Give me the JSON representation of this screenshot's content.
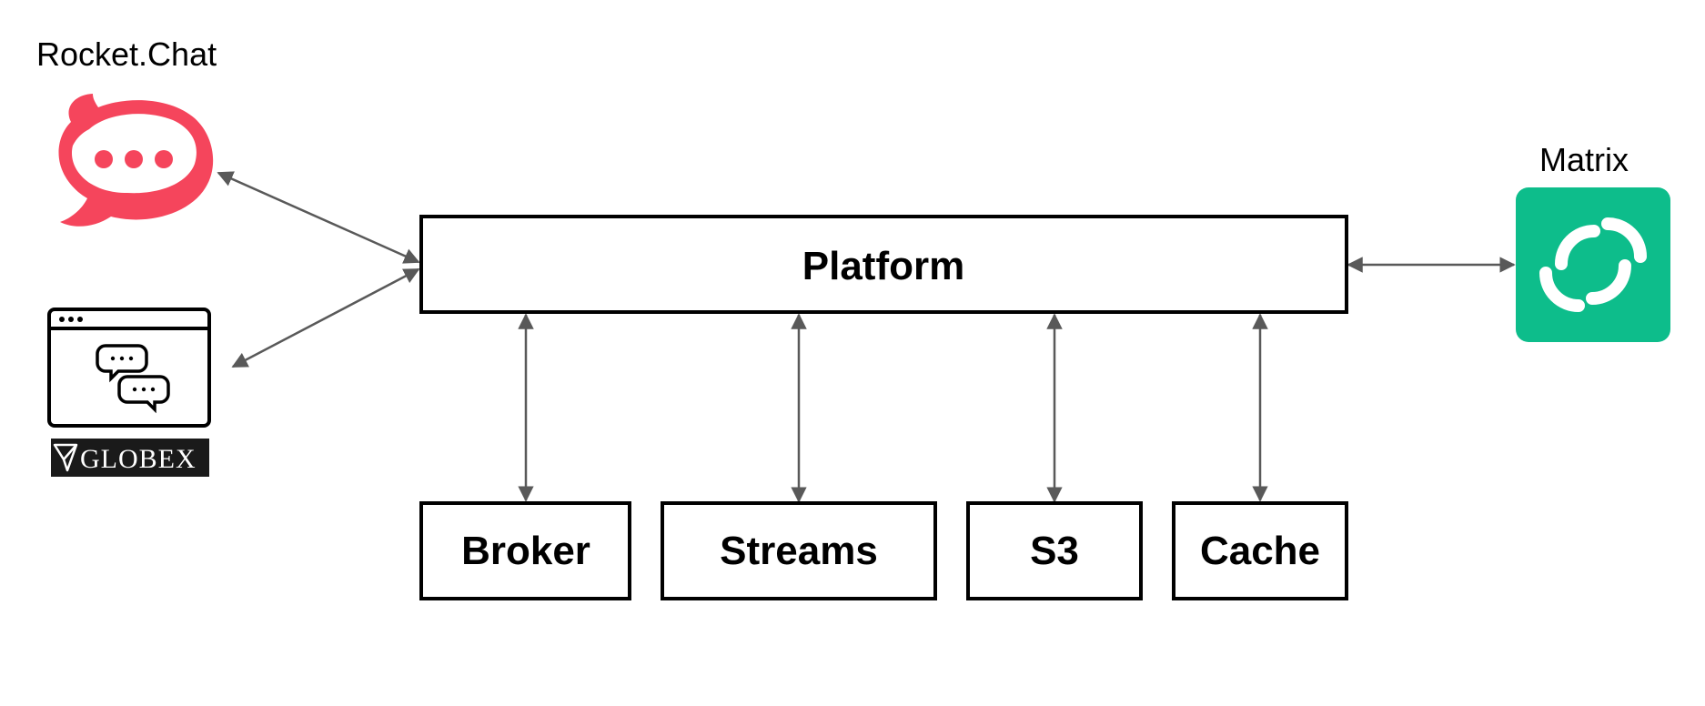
{
  "diagram": {
    "platform": {
      "label": "Platform"
    },
    "backends": [
      {
        "id": "broker",
        "label": "Broker"
      },
      {
        "id": "streams",
        "label": "Streams"
      },
      {
        "id": "s3",
        "label": "S3"
      },
      {
        "id": "cache",
        "label": "Cache"
      }
    ],
    "clients": {
      "rocketchat": {
        "label": "Rocket.Chat",
        "color": "#F5455C"
      },
      "globex": {
        "label": "GLOBEX"
      },
      "matrix": {
        "label": "Matrix",
        "color": "#0DBD8B"
      }
    },
    "colors": {
      "arrow": "#595959",
      "box_border": "#000000"
    }
  }
}
